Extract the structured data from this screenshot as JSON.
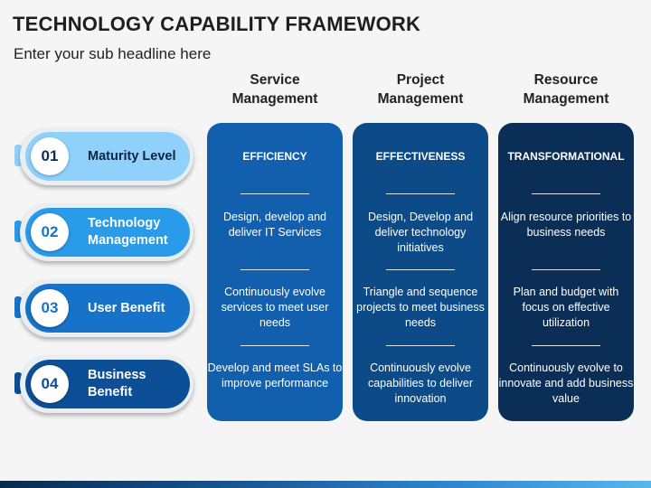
{
  "title": "TECHNOLOGY CAPABILITY FRAMEWORK",
  "subtitle": "Enter your sub headline here",
  "rows": [
    {
      "number": "01",
      "label": "Maturity Level"
    },
    {
      "number": "02",
      "label": "Technology Management"
    },
    {
      "number": "03",
      "label": "User Benefit"
    },
    {
      "number": "04",
      "label": "Business Benefit"
    }
  ],
  "columns": [
    {
      "heading": "Service Management",
      "panel_title": "EFFICIENCY",
      "cells": [
        "Design, develop and deliver IT Services",
        "Continuously evolve services to meet user needs",
        "Develop and meet SLAs to improve performance"
      ]
    },
    {
      "heading": "Project Management",
      "panel_title": "EFFECTIVENESS",
      "cells": [
        "Design, Develop and deliver technology initiatives",
        "Triangle and sequence projects to meet business needs",
        "Continuously evolve capabilities to deliver innovation"
      ]
    },
    {
      "heading": "Resource Management",
      "panel_title": "TRANSFORMATIONAL",
      "cells": [
        "Align resource priorities to business needs",
        "Plan and budget with focus on effective utilization",
        "Continuously evolve to innovate and add business value"
      ]
    }
  ],
  "colors": {
    "row1": "#8fd1fb",
    "row2": "#2a9be8",
    "row3": "#1673c9",
    "row4": "#0d4f96",
    "col1": "#1260ad",
    "col2": "#0d4a88",
    "col3": "#0b2e57"
  }
}
